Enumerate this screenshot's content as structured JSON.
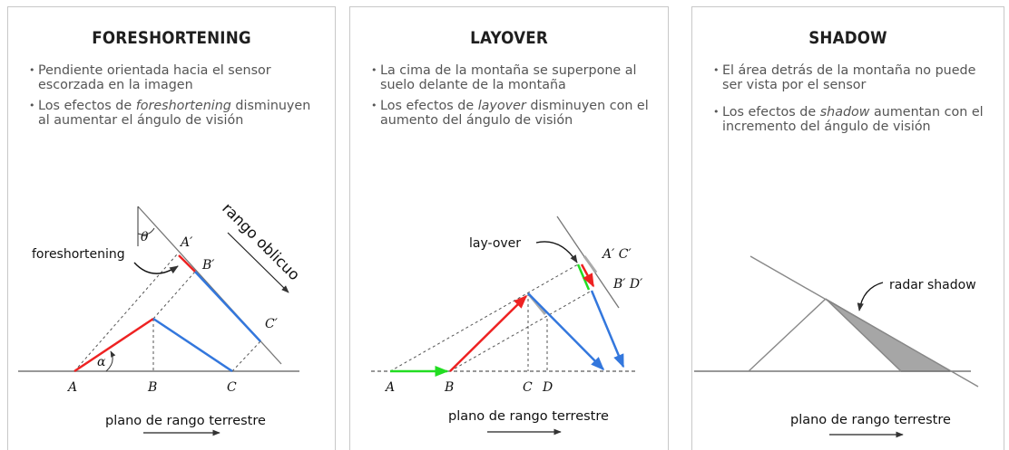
{
  "panels": [
    {
      "title": "FORESHORTENING",
      "bullets": [
        {
          "pre": "Pendiente orientada hacia el sensor escorzada en la imagen",
          "em": "",
          "post": ""
        },
        {
          "pre": "Los efectos de ",
          "em": "foreshortening",
          "post": " disminuyen al aumentar el ángulo de visión"
        }
      ],
      "labels": {
        "theta": "θ",
        "alpha": "α",
        "a_prime": "A′",
        "b_prime": "B′",
        "c_prime": "C′",
        "a": "A",
        "b": "B",
        "c": "C",
        "callout": "foreshortening",
        "slant": "rango oblicuo",
        "ground": "plano de rango terrestre"
      }
    },
    {
      "title": "LAYOVER",
      "bullets": [
        {
          "pre": "La cima de la montaña se superpone al suelo delante de la montaña",
          "em": "",
          "post": ""
        },
        {
          "pre": "Los efectos de ",
          "em": "layover",
          "post": " disminuyen con el aumento del ángulo de visión"
        }
      ],
      "labels": {
        "callout": "lay-over",
        "a_c_prime": "A′ C′",
        "b_d_prime": "B′ D′",
        "a": "A",
        "b": "B",
        "c": "C",
        "d": "D",
        "ground": "plano de rango terrestre"
      }
    },
    {
      "title": "SHADOW",
      "bullets": [
        {
          "pre": "El área detrás de la montaña no puede ser vista por el sensor",
          "em": "",
          "post": ""
        },
        {
          "pre": "Los efectos de ",
          "em": "shadow",
          "post": " aumentan con el incremento del ángulo de visión"
        }
      ],
      "labels": {
        "callout": "radar shadow",
        "ground": "plano de rango terrestre"
      }
    }
  ],
  "colors": {
    "red": "#ee2222",
    "blue": "#3377dd",
    "green": "#22dd22",
    "gray_line": "#888888",
    "shadow_fill": "#a6a6a6"
  }
}
